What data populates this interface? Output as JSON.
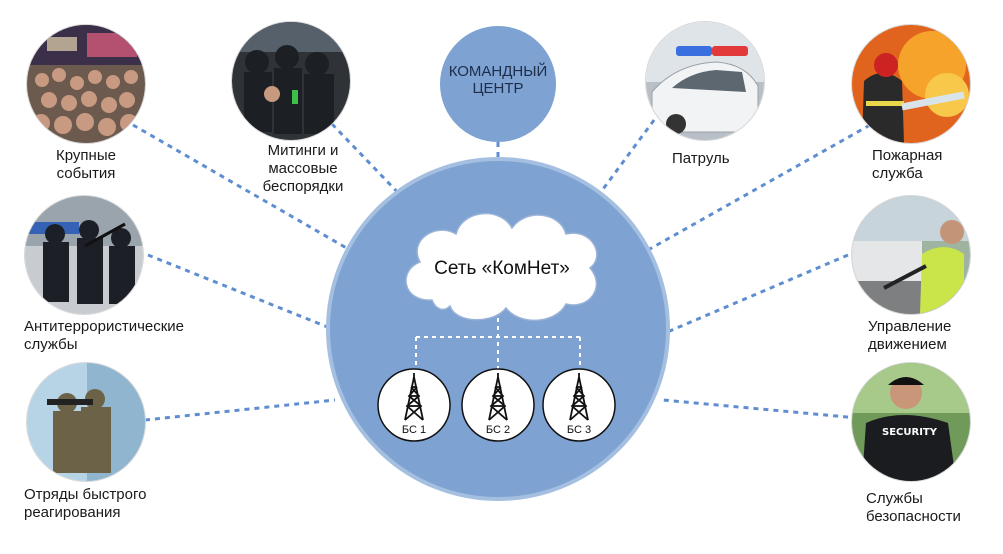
{
  "command_center": {
    "label": "КОМАНДНЫЙ\nЦЕНТР"
  },
  "network": {
    "label": "Сеть «КомНет»"
  },
  "base_stations": [
    {
      "label": "БС 1",
      "icon": "radio-tower-icon"
    },
    {
      "label": "БС 2",
      "icon": "radio-tower-icon"
    },
    {
      "label": "БС 3",
      "icon": "radio-tower-icon"
    }
  ],
  "services": [
    {
      "id": "events",
      "label": "Крупные\nсобытия",
      "photo": "crowd-photo"
    },
    {
      "id": "rallies",
      "label": "Митинги и\nмассовые\nбеспорядки",
      "photo": "riot-police-photo"
    },
    {
      "id": "patrol",
      "label": "Патруль",
      "photo": "police-car-photo"
    },
    {
      "id": "fire",
      "label": "Пожарная\nслужба",
      "photo": "firefighter-photo"
    },
    {
      "id": "antiterror",
      "label": "Антитеррористические\nслужбы",
      "photo": "swat-team-photo"
    },
    {
      "id": "traffic",
      "label": "Управление\nдвижением",
      "photo": "traffic-officer-photo"
    },
    {
      "id": "rapid",
      "label": "Отряды быстрого\nреагирования",
      "photo": "rapid-response-photo"
    },
    {
      "id": "security",
      "label": "Службы\nбезопасности",
      "photo": "security-guard-photo"
    }
  ],
  "colors": {
    "hub_fill": "#7ea2d2",
    "hub_stroke": "#a4bfe0",
    "link": "#5f8ed0",
    "cloud_fill": "#ffffff"
  }
}
